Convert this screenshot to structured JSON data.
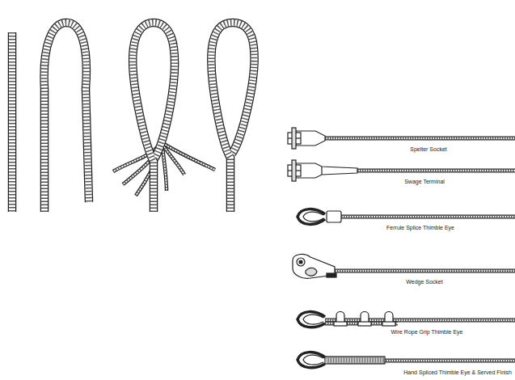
{
  "diagram": {
    "labels": [
      "Spelter Socket",
      "Swage Terminal",
      "Ferrule Splice Thimble Eye",
      "Wedge Socket",
      "Wire Rope Grip Thimble Eye",
      "Hand Spliced Thimble Eye & Served Finish"
    ]
  }
}
